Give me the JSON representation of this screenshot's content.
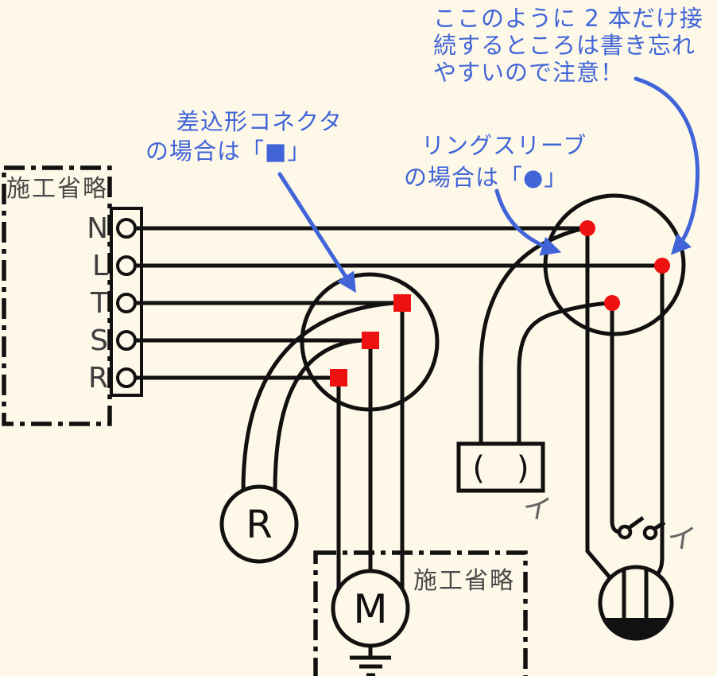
{
  "colors": {
    "background": "#fdf8e7",
    "line": "#111111",
    "annotation_blue": "#4165d9",
    "mark_red": "#ee1111",
    "label_gray": "#4a4a4a"
  },
  "annotations": {
    "note_top": {
      "lines": [
        "ここのように 2 本だけ接",
        "続するところは書き忘れ",
        "やすいので注意！"
      ]
    },
    "note_connector": {
      "lines": [
        "差込形コネクタ",
        "の場合は「■」"
      ]
    },
    "note_sleeve": {
      "lines": [
        "リングスリーブ",
        "の場合は「●」"
      ]
    }
  },
  "source_panel": {
    "label": "施工省略",
    "terminals": [
      "N",
      "L",
      "T",
      "S",
      "R"
    ]
  },
  "omitted_panel": {
    "label": "施工省略"
  },
  "devices": {
    "lamp_r": "R",
    "motor_m": "M",
    "box_device": "(　)",
    "box_device_tag": "イ",
    "switch_tag": "イ"
  },
  "junctions": {
    "connector_junction": {
      "mark": "■",
      "mark_count": 3
    },
    "sleeve_junction": {
      "mark": "●",
      "mark_count": 3
    }
  }
}
